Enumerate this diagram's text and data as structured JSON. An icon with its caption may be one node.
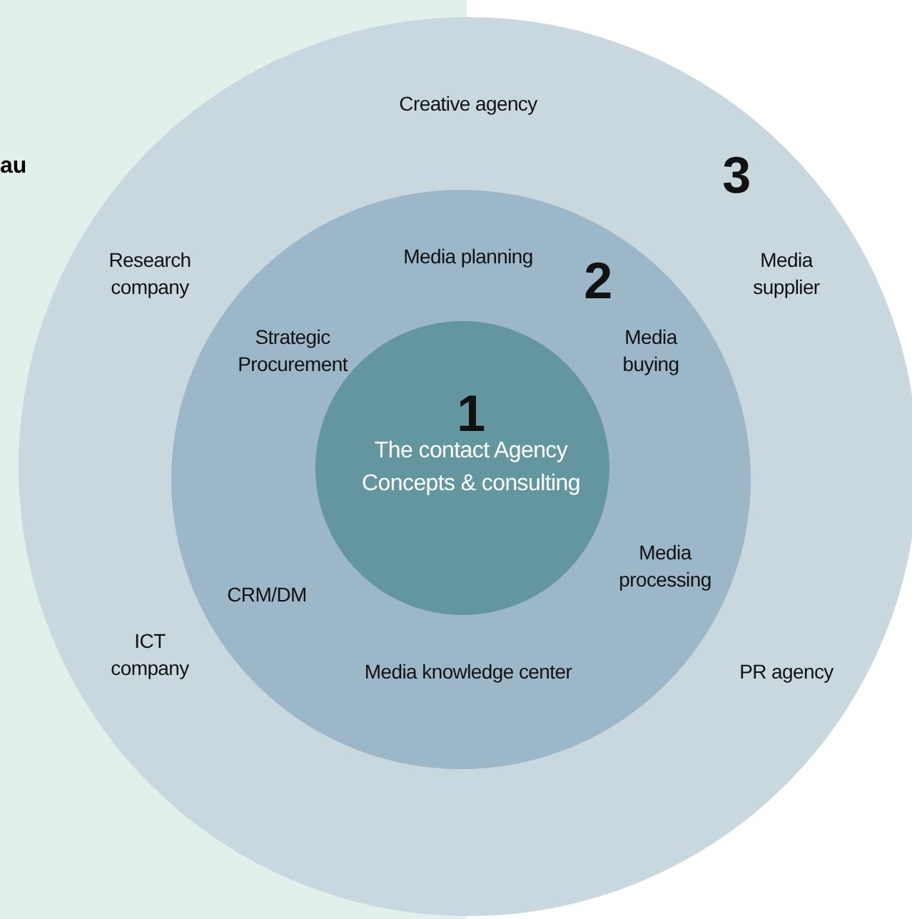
{
  "diagram": {
    "nodes": [
      {
        "text": [
          "Creative agency",
          "3",
          "Research company",
          "Media supplier",
          "ICT company",
          "PR agency"
        ]
      },
      {
        "text": [
          "Media planning",
          "2",
          "Strategic Procurement",
          "Media buying",
          "CRM/DM",
          "Media processing",
          "Media knowledge center"
        ],
        "in": 0
      },
      {
        "text": [
          "1",
          "The contact Agency",
          "Concepts & consulting"
        ],
        "in": 1
      }
    ],
    "labels": [
      "au"
    ]
  }
}
